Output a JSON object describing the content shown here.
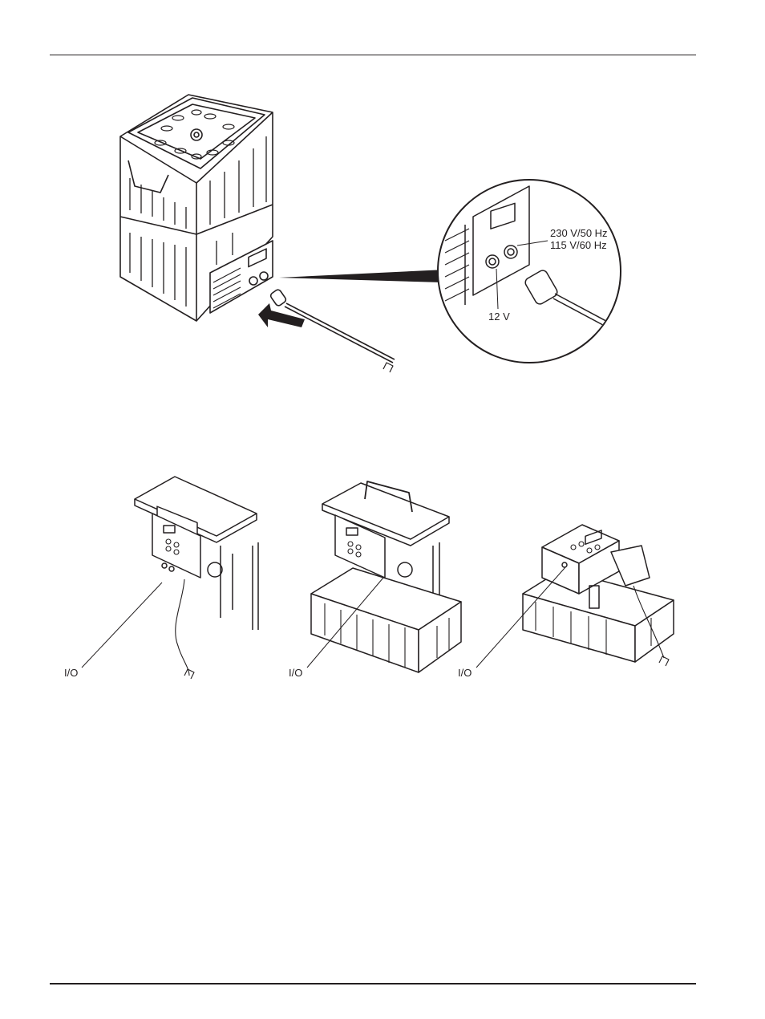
{
  "figure1": {
    "voltage_high_line1": "230 V/50 Hz",
    "voltage_high_line2": "115 V/60 Hz",
    "voltage_low": "12 V"
  },
  "figure2": {
    "callouts": [
      "I/O",
      "I/O",
      "I/O"
    ]
  }
}
